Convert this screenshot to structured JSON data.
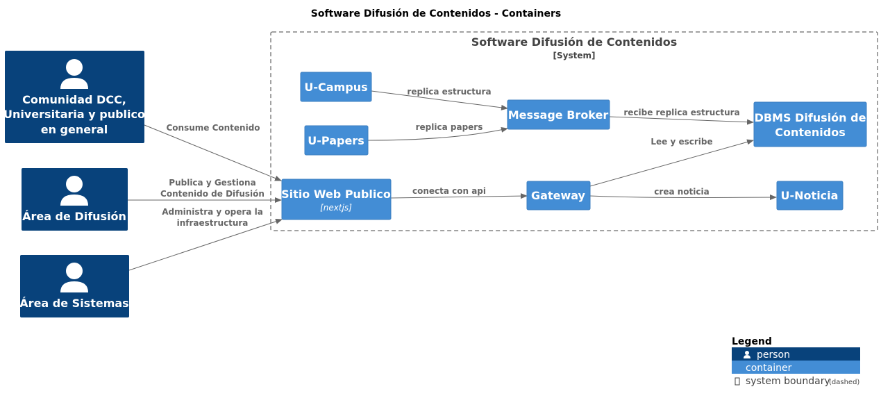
{
  "title": "Software Difusión de Contenidos - Containers",
  "colors": {
    "person": "#08427b",
    "container": "#438dd5",
    "edge": "#666666",
    "boundary": "#444444"
  },
  "boundary": {
    "name": "Software Difusión de Contenidos",
    "type": "[System]"
  },
  "persons": [
    {
      "id": "comunidad",
      "lines": [
        "Comunidad DCC,",
        "Universitaria y publico",
        "en general"
      ],
      "icon": "person-icon"
    },
    {
      "id": "difusion",
      "lines": [
        "Área de Difusión"
      ],
      "icon": "person-icon"
    },
    {
      "id": "sistemas",
      "lines": [
        "Área de Sistemas"
      ],
      "icon": "person-icon"
    }
  ],
  "containers": [
    {
      "id": "ucampus",
      "lines": [
        "U-Campus"
      ],
      "tech": ""
    },
    {
      "id": "upapers",
      "lines": [
        "U-Papers"
      ],
      "tech": ""
    },
    {
      "id": "broker",
      "lines": [
        "Message Broker"
      ],
      "tech": ""
    },
    {
      "id": "dbms",
      "lines": [
        "DBMS Difusión de",
        "Contenidos"
      ],
      "tech": ""
    },
    {
      "id": "web",
      "lines": [
        "Sitio Web Publico"
      ],
      "tech": "[nextjs]"
    },
    {
      "id": "gateway",
      "lines": [
        "Gateway"
      ],
      "tech": ""
    },
    {
      "id": "unoticia",
      "lines": [
        "U-Noticia"
      ],
      "tech": ""
    }
  ],
  "relations": [
    {
      "from": "comunidad",
      "to": "web",
      "label": [
        "Consume Contenido"
      ]
    },
    {
      "from": "difusion",
      "to": "web",
      "label": [
        "Publica y Gestiona",
        "Contenido de Difusión"
      ]
    },
    {
      "from": "sistemas",
      "to": "web",
      "label": [
        "Administra y opera la",
        "infraestructura"
      ]
    },
    {
      "from": "ucampus",
      "to": "broker",
      "label": [
        "replica estructura"
      ]
    },
    {
      "from": "upapers",
      "to": "broker",
      "label": [
        "replica papers"
      ]
    },
    {
      "from": "broker",
      "to": "dbms",
      "label": [
        "recibe replica estructura"
      ]
    },
    {
      "from": "gateway",
      "to": "dbms",
      "label": [
        "Lee y escribe"
      ]
    },
    {
      "from": "web",
      "to": "gateway",
      "label": [
        "conecta con api"
      ]
    },
    {
      "from": "gateway",
      "to": "unoticia",
      "label": [
        "crea noticia"
      ]
    }
  ],
  "legend": {
    "title": "Legend",
    "person": "person",
    "container": "container",
    "boundary": "system boundary",
    "boundary_note": "(dashed)"
  }
}
